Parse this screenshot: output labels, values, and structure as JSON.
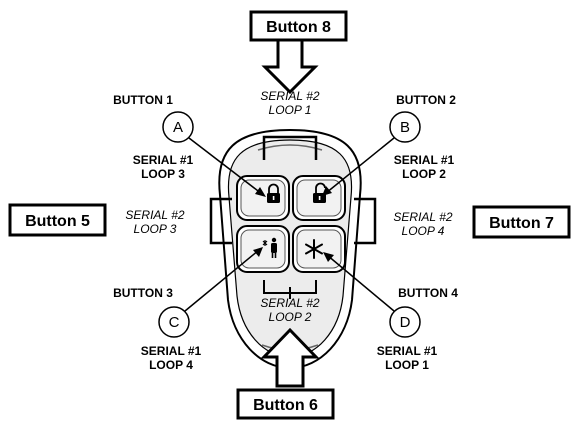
{
  "boxes": {
    "top": "Button 8",
    "left": "Button 5",
    "right": "Button 7",
    "bottom": "Button 6"
  },
  "corners": {
    "a": {
      "letter": "A",
      "button": "BUTTON 1",
      "serial": "SERIAL #1",
      "loop": "LOOP 3"
    },
    "b": {
      "letter": "B",
      "button": "BUTTON 2",
      "serial": "SERIAL #1",
      "loop": "LOOP 2"
    },
    "c": {
      "letter": "C",
      "button": "BUTTON 3",
      "serial": "SERIAL #1",
      "loop": "LOOP 4"
    },
    "d": {
      "letter": "D",
      "button": "BUTTON 4",
      "serial": "SERIAL #1",
      "loop": "LOOP 1"
    }
  },
  "sides": {
    "top": {
      "serial": "SERIAL #2",
      "loop": "LOOP 1"
    },
    "left": {
      "serial": "SERIAL #2",
      "loop": "LOOP 3"
    },
    "right": {
      "serial": "SERIAL #2",
      "loop": "LOOP 4"
    },
    "bottom": {
      "serial": "SERIAL #2",
      "loop": "LOOP 2"
    }
  }
}
